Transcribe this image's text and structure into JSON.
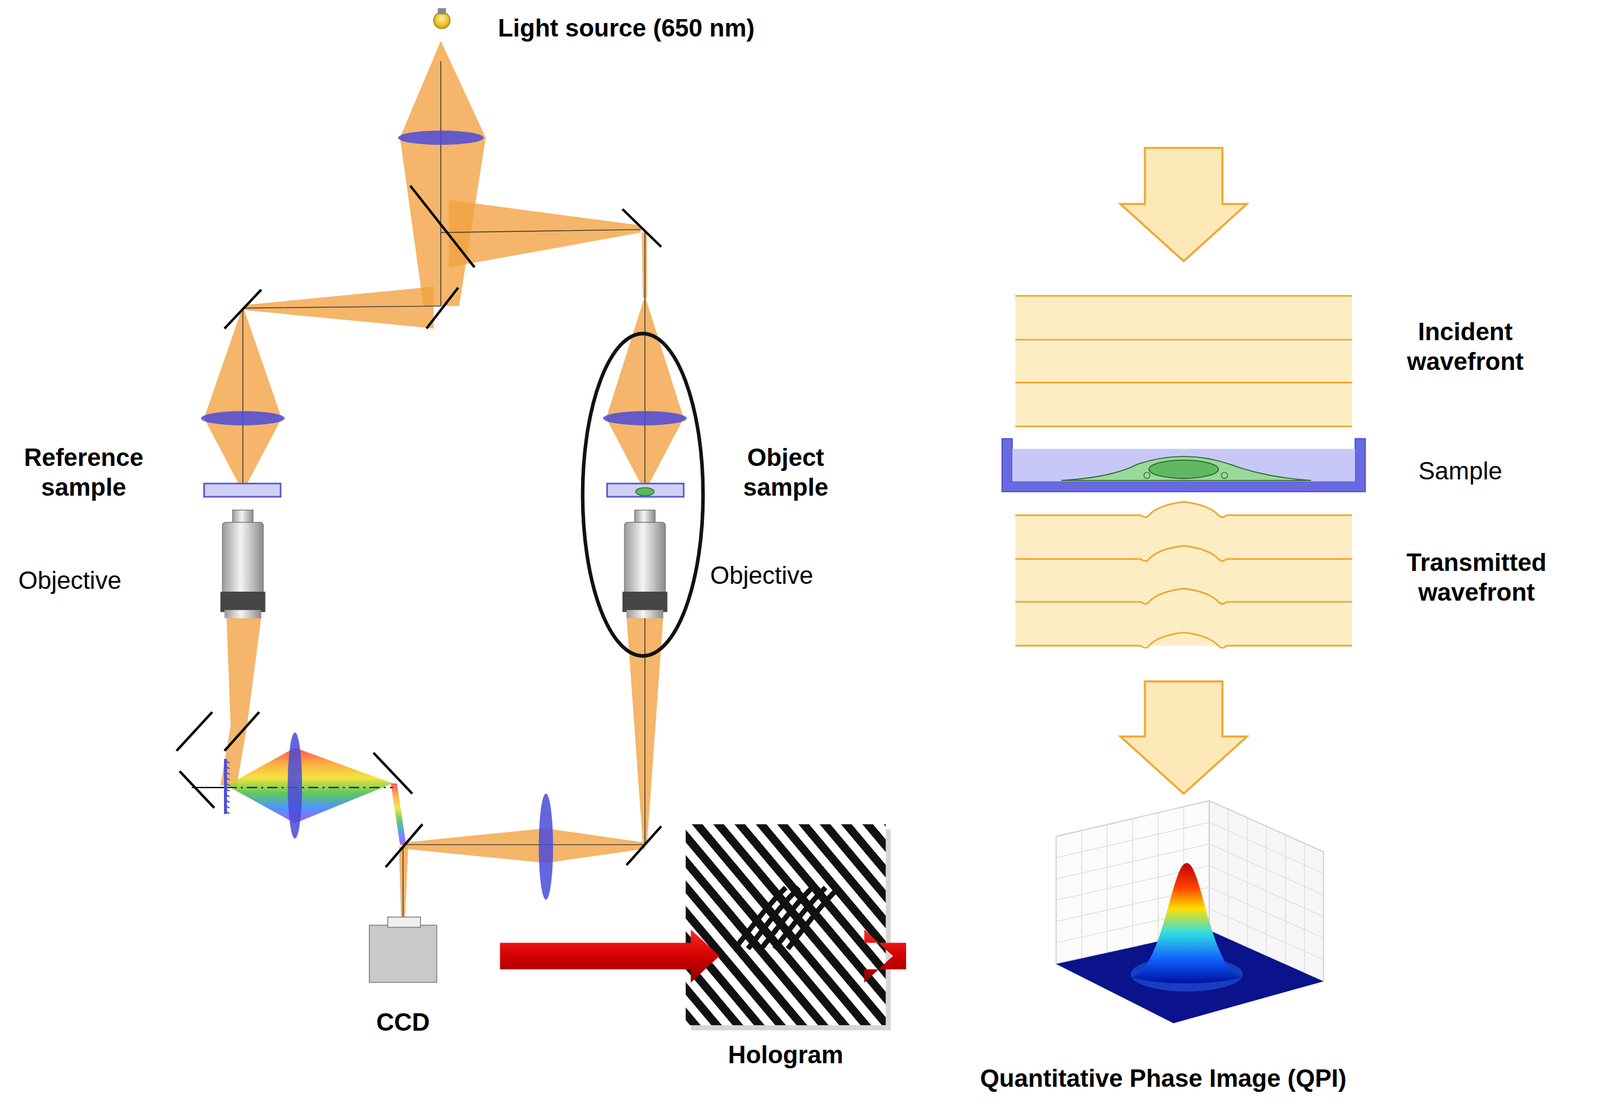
{
  "diagram": {
    "nodes": [
      {
        "text": [
          "CCD"
        ]
      },
      {
        "text": [
          "Hologram"
        ]
      },
      {
        "text": [
          "Quantitative Phase Image (QPI)"
        ]
      }
    ],
    "edges": [
      {
        "from": 0,
        "to": 1,
        "arrow": "to"
      },
      {
        "from": 1,
        "to": 2,
        "arrow": "to"
      }
    ],
    "labels": [
      "Light source (650 nm)",
      "Reference sample",
      "Object sample",
      "Objective",
      "Objective",
      "Incident wavefront",
      "Sample",
      "Transmitted wavefront"
    ]
  }
}
